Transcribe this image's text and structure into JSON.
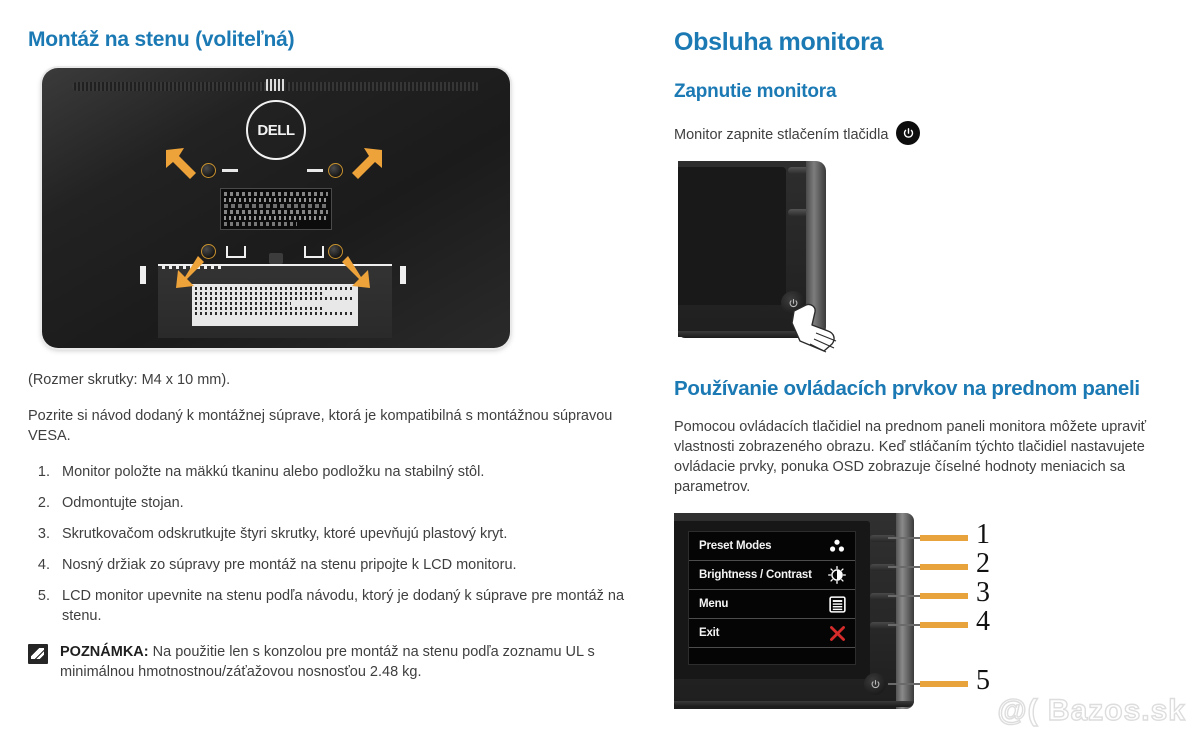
{
  "left": {
    "title": "Montáž na stenu (voliteľná)",
    "figure": {
      "name": "dell-monitor-rear-vesa",
      "brand": "DELL"
    },
    "screw_note": "(Rozmer skrutky: M4 x 10 mm).",
    "intro": "Pozrite si návod dodaný k montážnej súprave, ktorá je kompatibilná s montážnou súpravou VESA.",
    "steps": [
      "Monitor položte na mäkkú tkaninu alebo podložku na stabilný stôl.",
      "Odmontujte stojan.",
      "Skrutkovačom odskrutkujte štyri skrutky, ktoré upevňujú plastový kryt.",
      "Nosný držiak zo súpravy pre montáž na stenu pripojte k LCD monitoru.",
      "LCD monitor upevnite na stenu podľa návodu, ktorý je dodaný k súprave pre montáž na stenu."
    ],
    "note": {
      "label": "POZNÁMKA:",
      "text": " Na použitie len s konzolou pre montáž na stenu podľa zoznamu UL s minimálnou hmotnostnou/záťažovou nosnosťou 2.48 kg."
    }
  },
  "right": {
    "title": "Obsluha monitora",
    "power_section": {
      "heading": "Zapnutie monitora",
      "text": "Monitor zapnite stlačením tlačidla"
    },
    "controls_section": {
      "heading": "Používanie ovládacích prvkov na prednom paneli",
      "text": "Pomocou ovládacích tlačidiel na prednom paneli monitora môžete upraviť vlastnosti zobrazeného obrazu. Keď stláčaním týchto tlačidiel nastavujete ovládacie prvky, ponuka OSD zobrazuje číselné hodnoty meniacich sa parametrov."
    },
    "osd": {
      "rows": [
        {
          "label": "Preset Modes",
          "icon": "preset-modes-icon"
        },
        {
          "label": "Brightness / Contrast",
          "icon": "brightness-contrast-icon"
        },
        {
          "label": "Menu",
          "icon": "menu-icon"
        },
        {
          "label": "Exit",
          "icon": "exit-icon"
        }
      ]
    },
    "callouts": [
      "1",
      "2",
      "3",
      "4",
      "5"
    ]
  },
  "watermark": "@( Bazos.sk",
  "colors": {
    "heading_blue": "#1b79b4",
    "body_text": "#3f3f3f",
    "callout_orange": "#e8a33d",
    "exit_red": "#d62b2b"
  }
}
